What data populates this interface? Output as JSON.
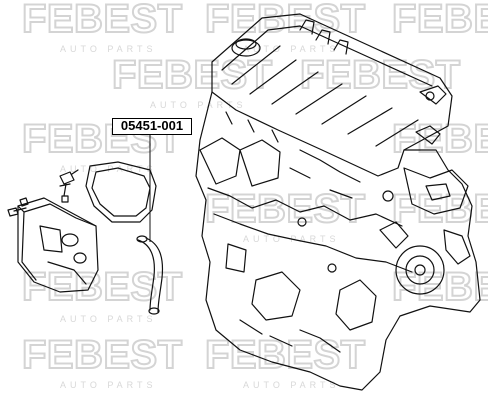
{
  "watermark": {
    "brand": "FEBEST",
    "tagline": "AUTO PARTS",
    "color": "#d6d6d6"
  },
  "callout": {
    "part_number": "05451-001"
  },
  "colors": {
    "line": "#111111",
    "background": "#ffffff"
  }
}
